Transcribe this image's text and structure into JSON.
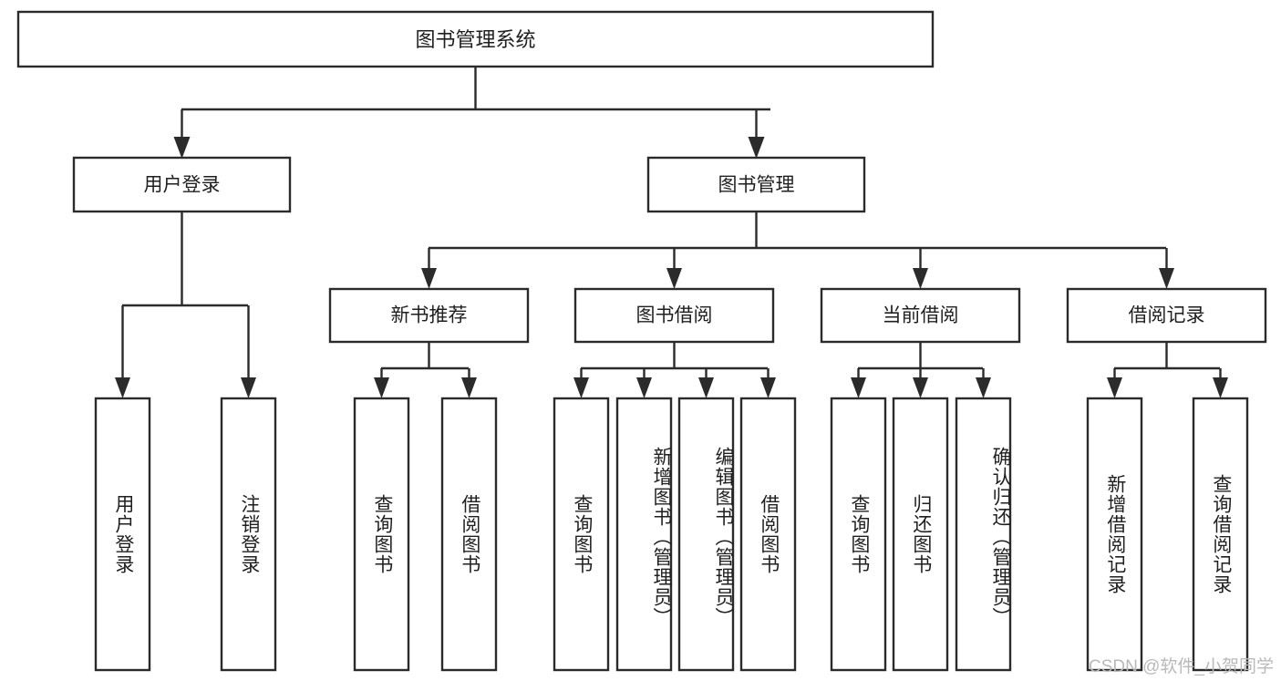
{
  "diagram": {
    "title": "图书管理系统",
    "type": "功能结构图",
    "watermark": "CSDN @软件_小贺同学",
    "colors": {
      "box_border": "#2b2b2b",
      "box_fill": "#ffffff",
      "text": "#1f1f1f",
      "connector": "#2b2b2b",
      "watermark": "#b9b9b9",
      "background": "#ffffff"
    },
    "levels": {
      "root": {
        "label": "图书管理系统"
      },
      "level2": [
        {
          "id": "user-login",
          "label": "用户登录"
        },
        {
          "id": "book-management",
          "label": "图书管理"
        }
      ],
      "level3": [
        {
          "id": "new-book-recommend",
          "label": "新书推荐",
          "parent": "book-management"
        },
        {
          "id": "book-borrow",
          "label": "图书借阅",
          "parent": "book-management"
        },
        {
          "id": "current-borrow",
          "label": "当前借阅",
          "parent": "book-management"
        },
        {
          "id": "borrow-record",
          "label": "借阅记录",
          "parent": "book-management"
        }
      ],
      "leaves": [
        {
          "id": "leaf-user-login",
          "label": "用户登录",
          "parent": "user-login"
        },
        {
          "id": "leaf-logout-login",
          "label": "注销登录",
          "parent": "user-login"
        },
        {
          "id": "leaf-query-book-1",
          "label": "查询图书",
          "parent": "new-book-recommend"
        },
        {
          "id": "leaf-borrow-book-1",
          "label": "借阅图书",
          "parent": "new-book-recommend"
        },
        {
          "id": "leaf-query-book-2",
          "label": "查询图书",
          "parent": "book-borrow"
        },
        {
          "id": "leaf-add-book",
          "label": "新增图书（管理员）",
          "parent": "book-borrow"
        },
        {
          "id": "leaf-edit-book",
          "label": "编辑图书（管理员）",
          "parent": "book-borrow"
        },
        {
          "id": "leaf-borrow-book-2",
          "label": "借阅图书",
          "parent": "book-borrow"
        },
        {
          "id": "leaf-query-book-3",
          "label": "查询图书",
          "parent": "current-borrow"
        },
        {
          "id": "leaf-return-book",
          "label": "归还图书",
          "parent": "current-borrow"
        },
        {
          "id": "leaf-confirm-return",
          "label": "确认归还（管理员）",
          "parent": "current-borrow"
        },
        {
          "id": "leaf-add-record",
          "label": "新增借阅记录",
          "parent": "borrow-record"
        },
        {
          "id": "leaf-query-record",
          "label": "查询借阅记录",
          "parent": "borrow-record"
        }
      ]
    }
  }
}
